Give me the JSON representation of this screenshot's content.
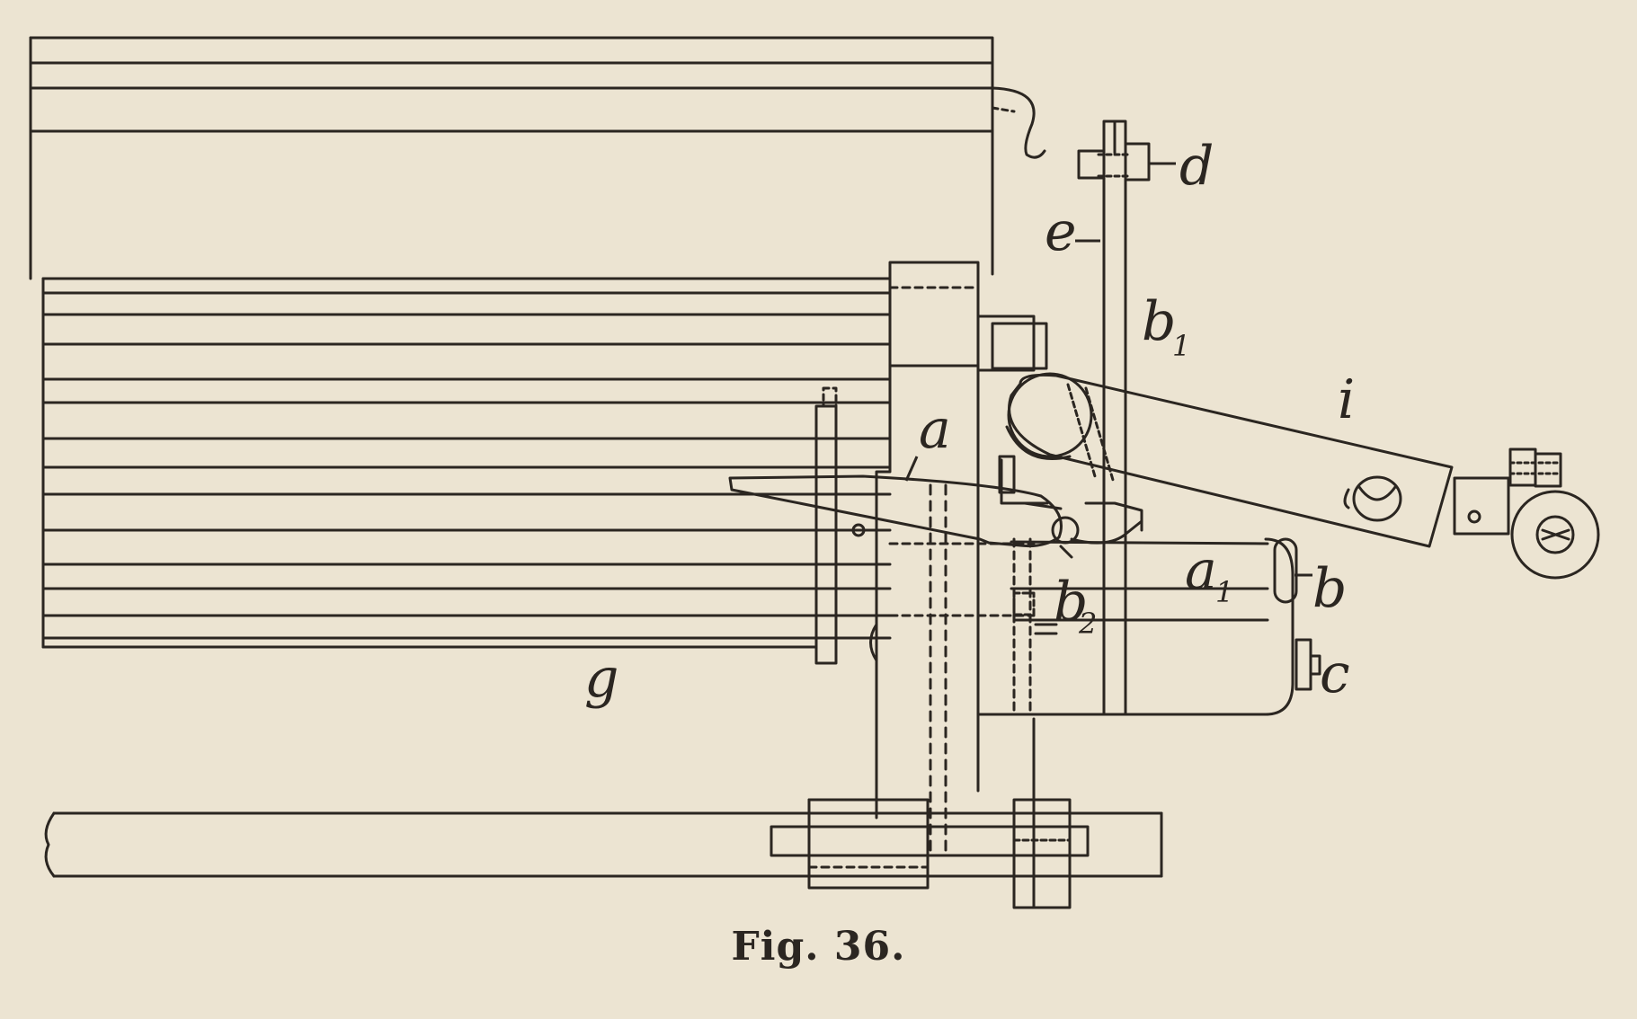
{
  "figure": {
    "caption": "Fig. 36.",
    "labels": {
      "a": "a",
      "a1": "a",
      "a1_sub": "1",
      "b": "b",
      "b1": "b",
      "b1_sub": "1",
      "b2": "b",
      "b2_sub": "2",
      "c": "c",
      "d": "d",
      "e": "e",
      "g": "g",
      "i": "i"
    }
  },
  "colors": {
    "paper": "#ece4d2",
    "ink": "#2b2621"
  }
}
